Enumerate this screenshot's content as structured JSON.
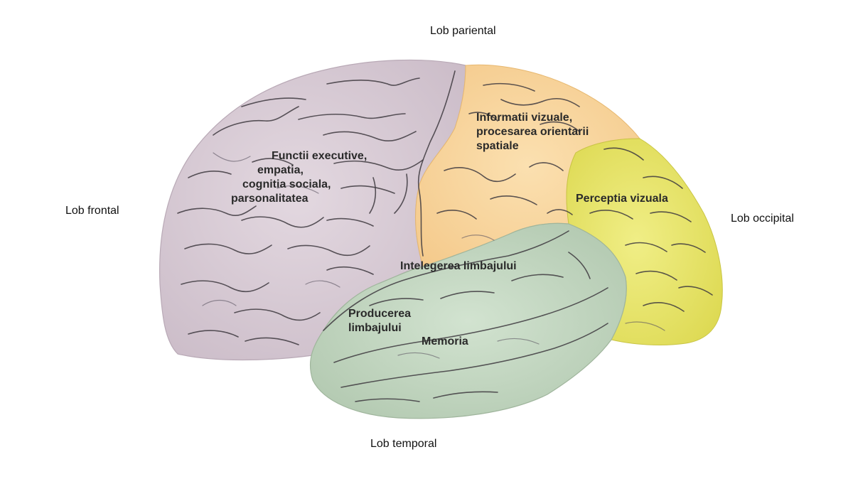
{
  "lobes": {
    "parietal": "Lob pariental",
    "frontal": "Lob frontal",
    "occipital": "Lob occipital",
    "temporal": "Lob temporal"
  },
  "regions": {
    "executive": {
      "lines": [
        "Functii executive,",
        "empatia,",
        "cognitia sociala,",
        "parsonalitatea"
      ]
    },
    "visual_info": {
      "lines": [
        "Informatii vizuale,",
        "procesarea orientarii",
        "spatiale"
      ]
    },
    "visual_perception": "Perceptia vizuala",
    "language_understanding": "Intelegerea limbajului",
    "language_production": {
      "lines": [
        "Producerea",
        "limbajului"
      ]
    },
    "memory": "Memoria"
  },
  "colors": {
    "frontal": "#d9cdd6",
    "parietal": "#f9d79e",
    "occipital": "#ecea6c",
    "temporal": "#c6d9c4"
  }
}
